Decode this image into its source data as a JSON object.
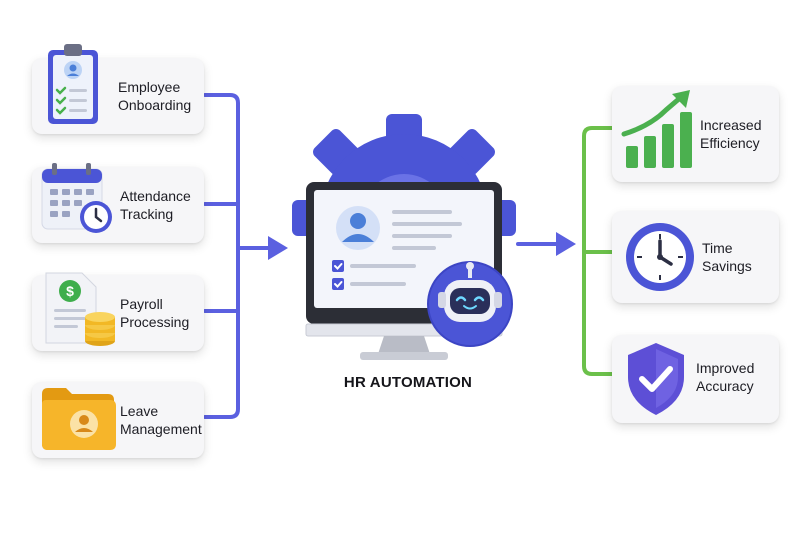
{
  "inputs": [
    {
      "label": "Employee\nOnboarding",
      "icon": "clipboard-profile-icon"
    },
    {
      "label": "Attendance\nTracking",
      "icon": "calendar-clock-icon"
    },
    {
      "label": "Payroll\nProcessing",
      "icon": "payroll-document-icon"
    },
    {
      "label": "Leave\nManagement",
      "icon": "folder-profile-icon"
    }
  ],
  "center": {
    "title": "HR AUTOMATION",
    "icon": "monitor-gear-robot-icon"
  },
  "outputs": [
    {
      "label": "Increased\nEfficiency",
      "icon": "growth-chart-icon"
    },
    {
      "label": "Time\nSavings",
      "icon": "clock-icon"
    },
    {
      "label": "Improved\nAccuracy",
      "icon": "shield-check-icon"
    }
  ],
  "colors": {
    "input_connector": "#5b60e0",
    "output_connector": "#6bc04a",
    "accent_blue": "#4a54d6",
    "success_green": "#4bb04f"
  }
}
